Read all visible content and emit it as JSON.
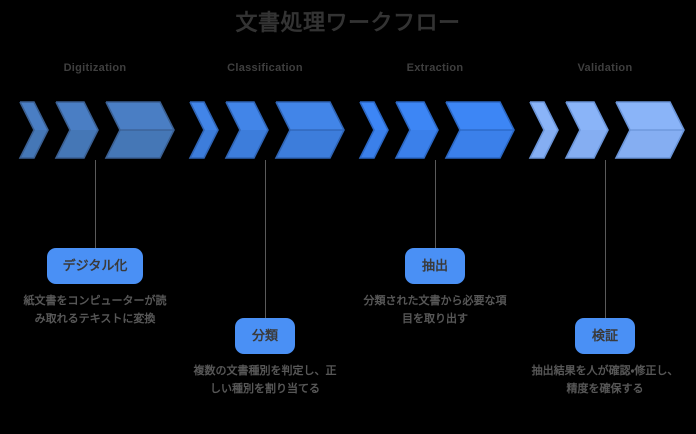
{
  "diagram": {
    "title": "文書処理ワークフロー",
    "background_color": "#000000",
    "title_color": "#333333",
    "connector_color": "#5a5a5a",
    "description_color": "#575757",
    "stage_label_color": "#3f3f3f",
    "badge_text_color": "#3a3a3a"
  },
  "stages": [
    {
      "label": "Digitization",
      "badge": "デジタル化",
      "description": "紙文書をコンピューターが読み取れるテキストに変換",
      "chevron_color": "#4a7ec4",
      "chevron_color_dark": "#4577b6",
      "chevron_stroke": "#3a5f92",
      "badge_color": "#4a90f5"
    },
    {
      "label": "Classification",
      "badge": "分類",
      "description": "複数の文書種別を判定し、正しい種別を割り当てる",
      "chevron_color": "#4285e8",
      "chevron_color_dark": "#3d7ddb",
      "chevron_stroke": "#2f64b5",
      "badge_color": "#4a90f5"
    },
    {
      "label": "Extraction",
      "badge": "抽出",
      "description": "分類された文書から必要な項目を取り出す",
      "chevron_color": "#3d86f5",
      "chevron_color_dark": "#3b80ea",
      "chevron_stroke": "#2b67c4",
      "badge_color": "#4a90f5"
    },
    {
      "label": "Validation",
      "badge": "検証",
      "description": "抽出結果を人が確認・修正し、精度を確保する",
      "chevron_color": "#8ab4f8",
      "chevron_color_dark": "#85aef2",
      "chevron_stroke": "#6a94d8",
      "badge_color": "#4a90f5"
    }
  ]
}
